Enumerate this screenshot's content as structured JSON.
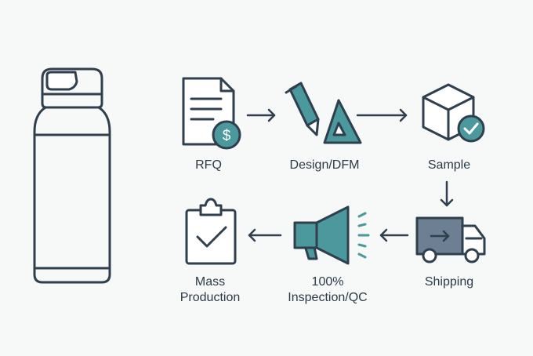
{
  "colors": {
    "stroke": "#2f3f4d",
    "teal": "#4b999c",
    "slate": "#6d7f93",
    "background": "#f7f8f8"
  },
  "steps": [
    {
      "id": "rfq",
      "icon": "document-with-dollar-icon",
      "lines": [
        "RFQ"
      ]
    },
    {
      "id": "design",
      "icon": "pencil-and-triangle-icon",
      "lines": [
        "Design/DFM"
      ]
    },
    {
      "id": "sample",
      "icon": "box-with-checkmark-icon",
      "lines": [
        "Sample"
      ]
    },
    {
      "id": "shipping",
      "icon": "delivery-truck-icon",
      "lines": [
        "Shipping"
      ]
    },
    {
      "id": "inspection",
      "icon": "megaphone-icon",
      "lines": [
        "100%",
        "Inspection/QC"
      ]
    },
    {
      "id": "mass",
      "icon": "clipboard-check-icon",
      "lines": [
        "Mass",
        "Production"
      ]
    }
  ],
  "product_icon": "water-bottle-icon"
}
